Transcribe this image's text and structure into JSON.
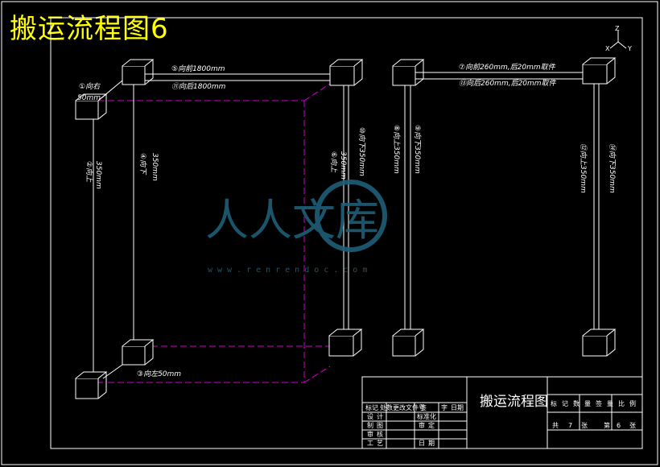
{
  "title": "搬运流程图6",
  "axis_triad": {
    "z": "Z",
    "x": "X",
    "y": "Y"
  },
  "labels": {
    "l1": "①向右",
    "l1b": "50mm",
    "l2": "⑤向前1800mm",
    "l3": "⑪向后1800mm",
    "l4": "②向上",
    "l4b": "350mm",
    "l5": "④向下",
    "l5b": "350mm",
    "l6": "③向左50mm",
    "l7": "⑥向上",
    "l7b": "350mm",
    "l8": "⑩向下350mm",
    "l9": "⑦向前260mm,后20mm取件",
    "l10": "⑬向后260mm,后20mm取件",
    "l11": "⑧向上350mm",
    "l12": "⑨向下350mm",
    "l13": "⑫向上350mm",
    "l14": "⑭向下350mm"
  },
  "watermark": {
    "main": "人人文库",
    "url": "www.renrendoc.com"
  },
  "title_block": {
    "drawing_name": "搬运流程图",
    "r1": [
      "标",
      "记",
      "数",
      "量",
      "签",
      "量",
      "比",
      "例"
    ],
    "sheet_info": [
      "共",
      "7",
      "张",
      "第",
      "6",
      "张"
    ],
    "rev_row": [
      "标记",
      "处数",
      "更改文件号",
      "签",
      "字",
      "日期"
    ],
    "rows": [
      [
        "设",
        "计",
        "标准化"
      ],
      [
        "制",
        "图",
        "审",
        "定"
      ],
      [
        "审",
        "核"
      ],
      [
        "工",
        "艺",
        "日",
        "期"
      ]
    ]
  }
}
